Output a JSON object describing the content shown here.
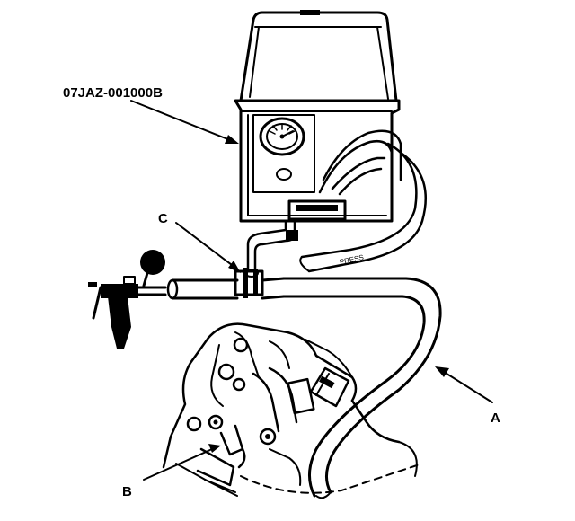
{
  "labels": {
    "tool_number": "07JAZ-001000B",
    "a": "A",
    "b": "B",
    "c": "C"
  },
  "hose_marking": "PRESS",
  "colors": {
    "ink": "#000000",
    "background": "#ffffff"
  }
}
